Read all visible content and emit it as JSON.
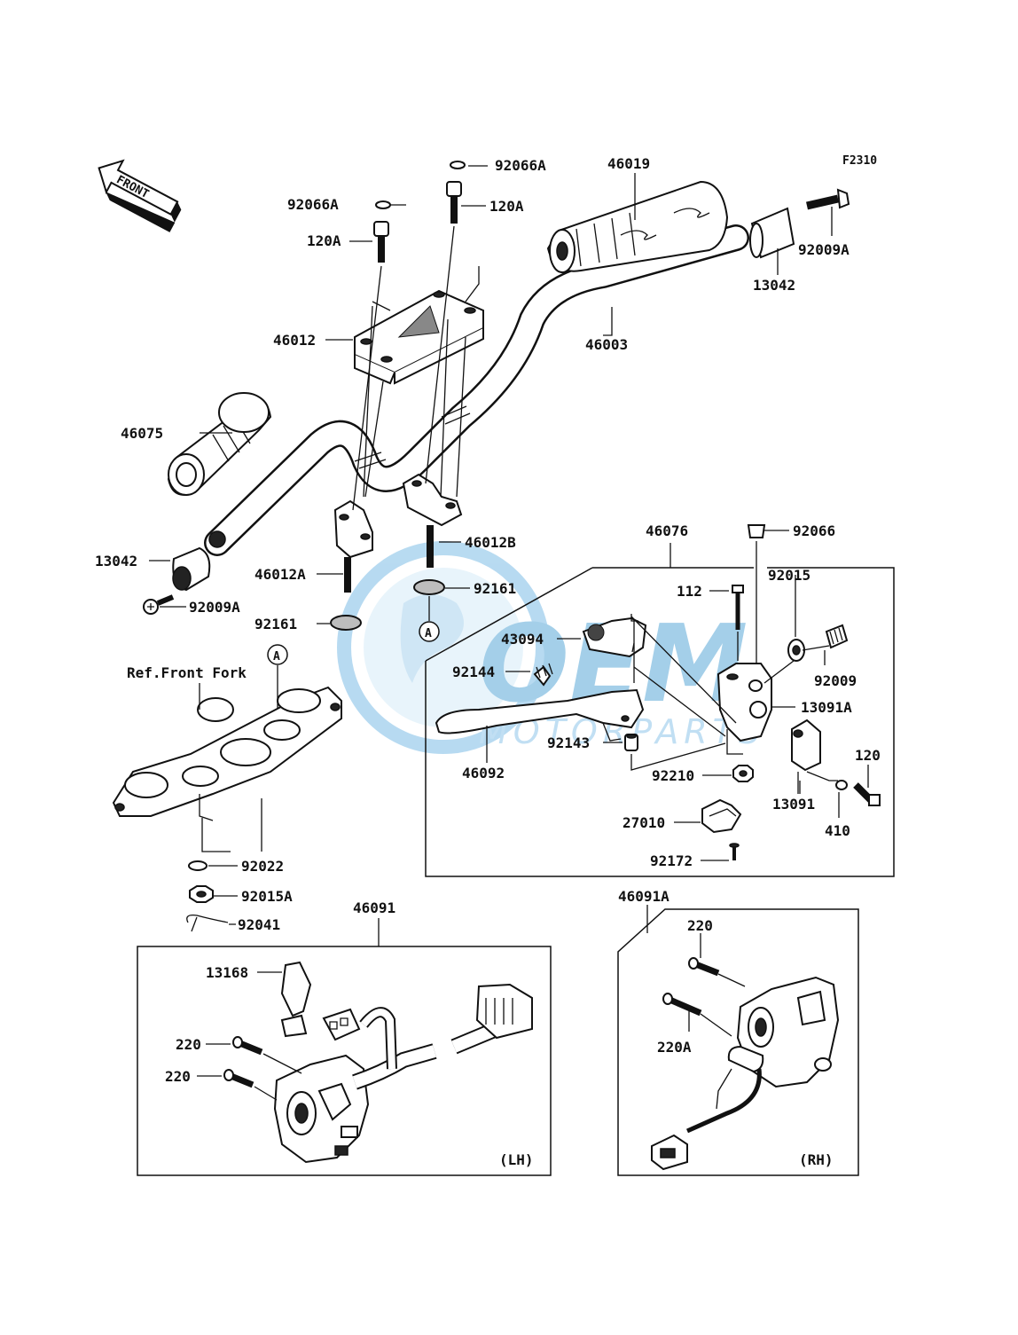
{
  "figure_code": "F2310",
  "front_label": "FRONT",
  "ref_label": "Ref.Front Fork",
  "lh_label": "(LH)",
  "rh_label": "(RH)",
  "watermark": {
    "brand": "OEM",
    "sub": "MOTORPARTS",
    "color": "#5aa9d8"
  },
  "parts": {
    "p92066A_top": "92066A",
    "p92066A_left": "92066A",
    "p120A_top": "120A",
    "p120A_left": "120A",
    "p46019": "46019",
    "p13042_right": "13042",
    "p92009A_right": "92009A",
    "p46003": "46003",
    "p46012": "46012",
    "p46075": "46075",
    "p13042_left": "13042",
    "p92009A_left": "92009A",
    "p46012A": "46012A",
    "p46012B": "46012B",
    "p92161_left": "92161",
    "p92161_right": "92161",
    "circleA_top": "A",
    "circleA_bottom": "A",
    "p92022": "92022",
    "p92015A": "92015A",
    "p92041": "92041",
    "p46076": "46076",
    "p92066": "92066",
    "p112": "112",
    "p92015": "92015",
    "p43094": "43094",
    "p92144": "92144",
    "p92009": "92009",
    "p13091A": "13091A",
    "p92143": "92143",
    "p46092": "46092",
    "p92210": "92210",
    "p120": "120",
    "p13091": "13091",
    "p410": "410",
    "p27010": "27010",
    "p92172": "92172",
    "p46091": "46091",
    "p46091A": "46091A",
    "p13168": "13168",
    "p220_a": "220",
    "p220_b": "220",
    "p220_rh": "220",
    "p220A_rh": "220A"
  }
}
